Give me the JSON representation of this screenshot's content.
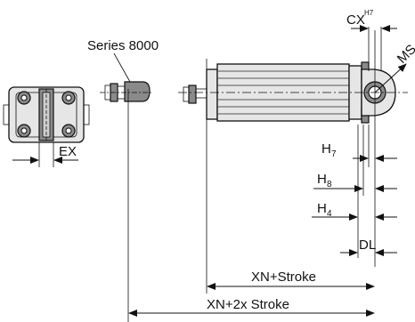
{
  "labels": {
    "series": "Series 8000",
    "cx": "CX",
    "cx_tol": "H7",
    "ms": "MS",
    "ex": "EX",
    "h7": "H",
    "h7_sub": "7",
    "h8": "H",
    "h8_sub": "8",
    "h4": "H",
    "h4_sub": "4",
    "dl": "DL",
    "xn_stroke": "XN+Stroke",
    "xn_2stroke": "XN+2x Stroke"
  },
  "colors": {
    "line": "#111111",
    "body_fill": "#e6e6e6",
    "dark_fill": "#8a8a8a"
  }
}
